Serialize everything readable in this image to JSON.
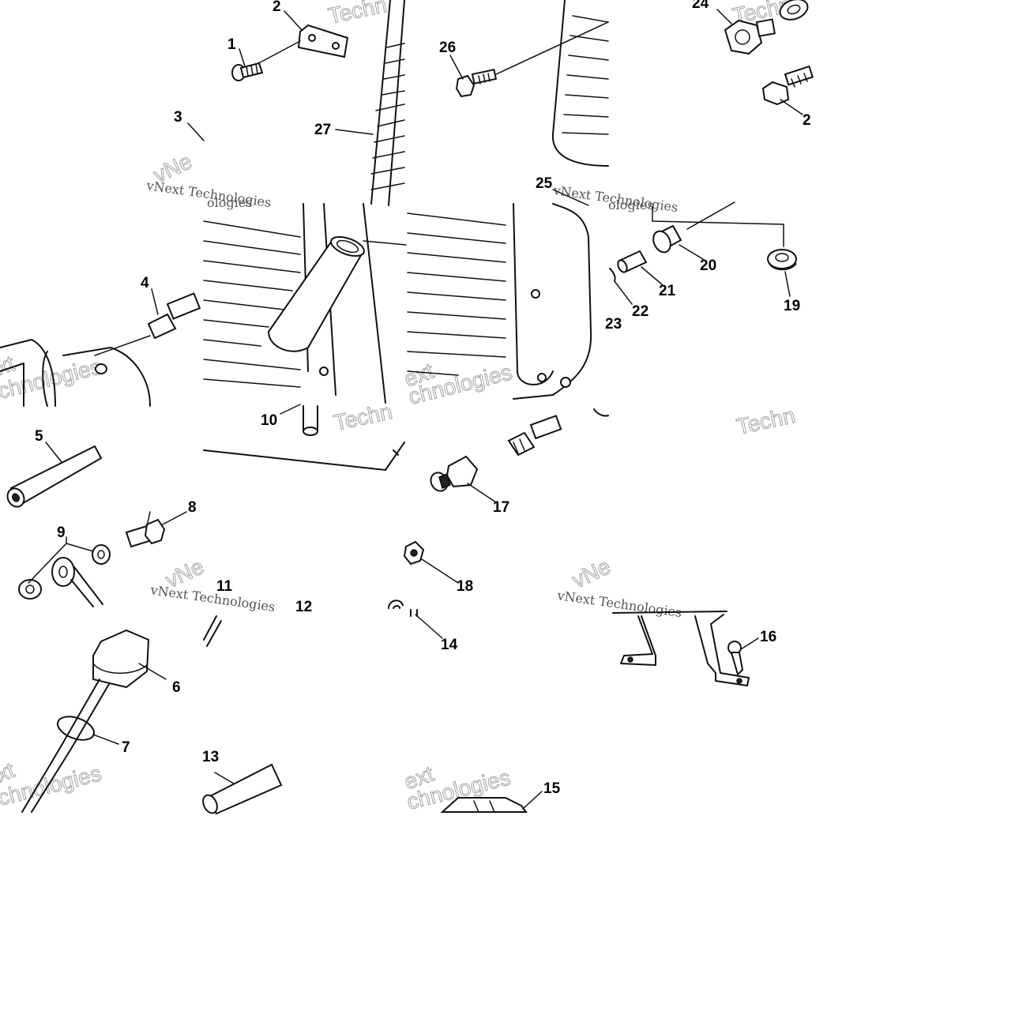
{
  "diagram": {
    "watermark": {
      "main": "Technologies",
      "short": "Techn",
      "prefix": "vNext",
      "full": "vNext Technologies",
      "fragment_a": "chnologies",
      "fragment_b": "xt",
      "fragment_c": "ext",
      "fragment_d": "vNe",
      "fragment_e": "ologies"
    },
    "callouts": [
      {
        "id": "c1",
        "label": "1"
      },
      {
        "id": "c2",
        "label": "2"
      },
      {
        "id": "c3",
        "label": "3"
      },
      {
        "id": "c4",
        "label": "4"
      },
      {
        "id": "c5",
        "label": "5"
      },
      {
        "id": "c6",
        "label": "6"
      },
      {
        "id": "c7",
        "label": "7"
      },
      {
        "id": "c8",
        "label": "8"
      },
      {
        "id": "c9",
        "label": "9"
      },
      {
        "id": "c10",
        "label": "10"
      },
      {
        "id": "c11",
        "label": "11"
      },
      {
        "id": "c12",
        "label": "12"
      },
      {
        "id": "c13",
        "label": "13"
      },
      {
        "id": "c14",
        "label": "14"
      },
      {
        "id": "c15",
        "label": "15"
      },
      {
        "id": "c16",
        "label": "16"
      },
      {
        "id": "c17",
        "label": "17"
      },
      {
        "id": "c18",
        "label": "18"
      },
      {
        "id": "c19",
        "label": "19"
      },
      {
        "id": "c20",
        "label": "20"
      },
      {
        "id": "c21",
        "label": "21"
      },
      {
        "id": "c22",
        "label": "22"
      },
      {
        "id": "c23",
        "label": "23"
      },
      {
        "id": "c24",
        "label": "24"
      },
      {
        "id": "c25",
        "label": "25"
      },
      {
        "id": "c26",
        "label": "26"
      },
      {
        "id": "c27",
        "label": "27"
      },
      {
        "id": "c2b",
        "label": "2"
      }
    ]
  }
}
